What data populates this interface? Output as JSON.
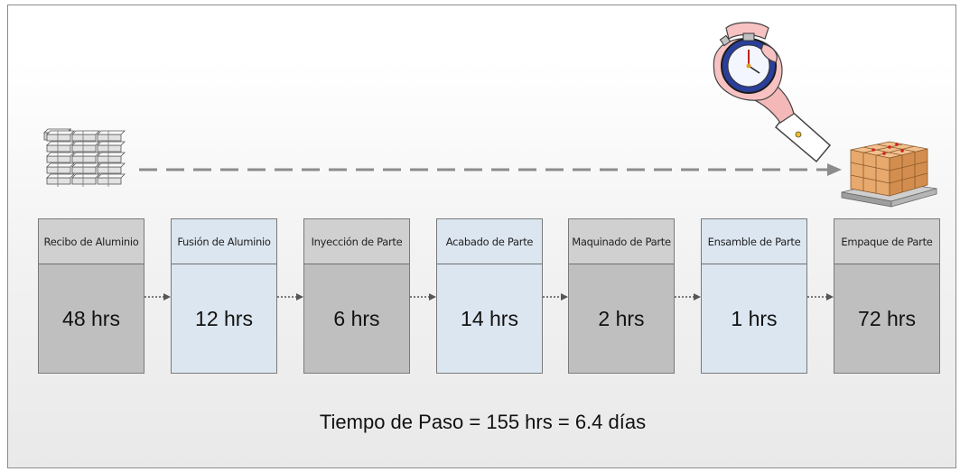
{
  "steps": [
    {
      "label": "Recibo de Aluminio",
      "value": "48 hrs",
      "style": "gray"
    },
    {
      "label": "Fusión de Aluminio",
      "value": "12 hrs",
      "style": "blue"
    },
    {
      "label": "Inyección de Parte",
      "value": "6 hrs",
      "style": "gray"
    },
    {
      "label": "Acabado de Parte",
      "value": "14 hrs",
      "style": "blue"
    },
    {
      "label": "Maquinado de Parte",
      "value": "2 hrs",
      "style": "gray"
    },
    {
      "label": "Ensamble de Parte",
      "value": "1 hrs",
      "style": "blue"
    },
    {
      "label": "Empaque de Parte",
      "value": "72 hrs",
      "style": "gray"
    }
  ],
  "summary": "Tiempo de Paso = 155 hrs = 6.4 días",
  "icons": {
    "left": "aluminum-ingots-icon",
    "right": "packed-boxes-pallet-icon",
    "top": "stopwatch-hand-icon"
  },
  "colors": {
    "gray_box": "#bfbfbf",
    "blue_box": "#dce6f0",
    "arrow": "#8c8c8c"
  }
}
